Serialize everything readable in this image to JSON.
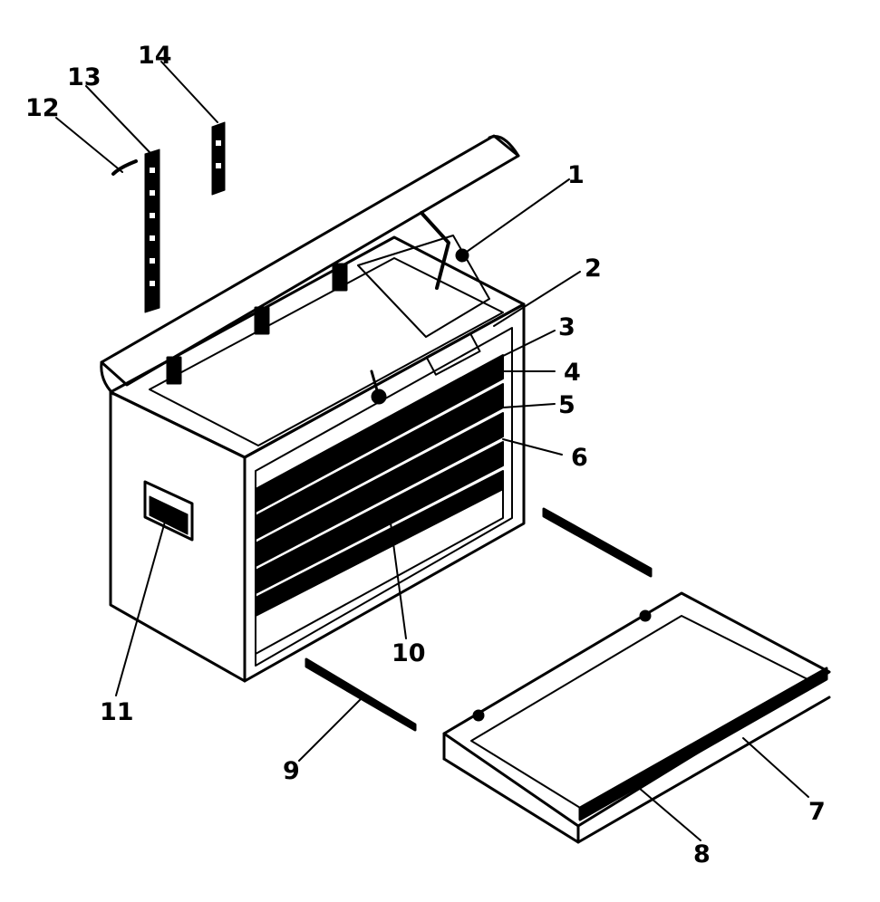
{
  "diagram": {
    "subject": "tool chest exploded parts view",
    "line_color": "#000000",
    "background_color": "#ffffff",
    "callouts": [
      {
        "id": "1",
        "label": "1"
      },
      {
        "id": "2",
        "label": "2"
      },
      {
        "id": "3",
        "label": "3"
      },
      {
        "id": "4",
        "label": "4"
      },
      {
        "id": "5",
        "label": "5"
      },
      {
        "id": "6",
        "label": "6"
      },
      {
        "id": "7",
        "label": "7"
      },
      {
        "id": "8",
        "label": "8"
      },
      {
        "id": "9",
        "label": "9"
      },
      {
        "id": "10",
        "label": "10"
      },
      {
        "id": "11",
        "label": "11"
      },
      {
        "id": "12",
        "label": "12"
      },
      {
        "id": "13",
        "label": "13"
      },
      {
        "id": "14",
        "label": "14"
      }
    ]
  }
}
